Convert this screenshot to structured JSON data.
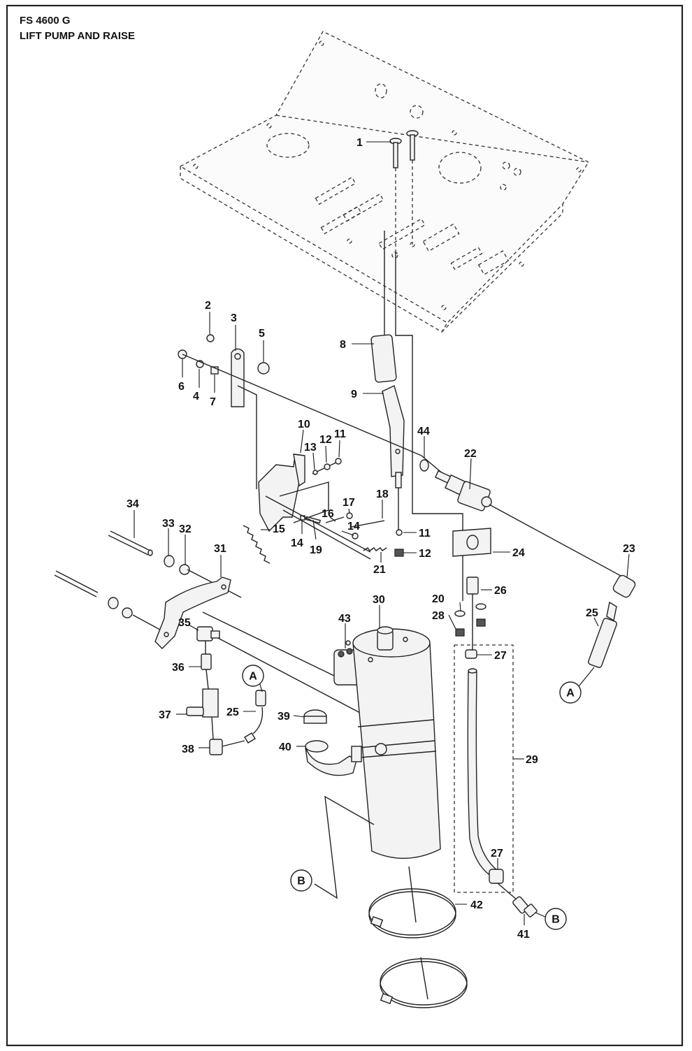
{
  "header": {
    "model": "FS 4600 G",
    "section": "LIFT PUMP AND RAISE"
  },
  "callouts": {
    "c1": "1",
    "c2": "2",
    "c3": "3",
    "c4": "4",
    "c5": "5",
    "c6": "6",
    "c7": "7",
    "c8": "8",
    "c9": "9",
    "c10": "10",
    "c11a": "11",
    "c11b": "11",
    "c12a": "12",
    "c12b": "12",
    "c13": "13",
    "c14a": "14",
    "c14b": "14",
    "c15": "15",
    "c16": "16",
    "c17": "17",
    "c18": "18",
    "c19": "19",
    "c20": "20",
    "c21": "21",
    "c22": "22",
    "c23": "23",
    "c24": "24",
    "c25a": "25",
    "c25b": "25",
    "c26": "26",
    "c27a": "27",
    "c27b": "27",
    "c28": "28",
    "c29": "29",
    "c30": "30",
    "c31": "31",
    "c32": "32",
    "c33": "33",
    "c34": "34",
    "c35": "35",
    "c36": "36",
    "c37": "37",
    "c38": "38",
    "c39": "39",
    "c40": "40",
    "c41": "41",
    "c42": "42",
    "c43": "43",
    "c44": "44"
  },
  "references": {
    "A": "A",
    "B": "B"
  }
}
